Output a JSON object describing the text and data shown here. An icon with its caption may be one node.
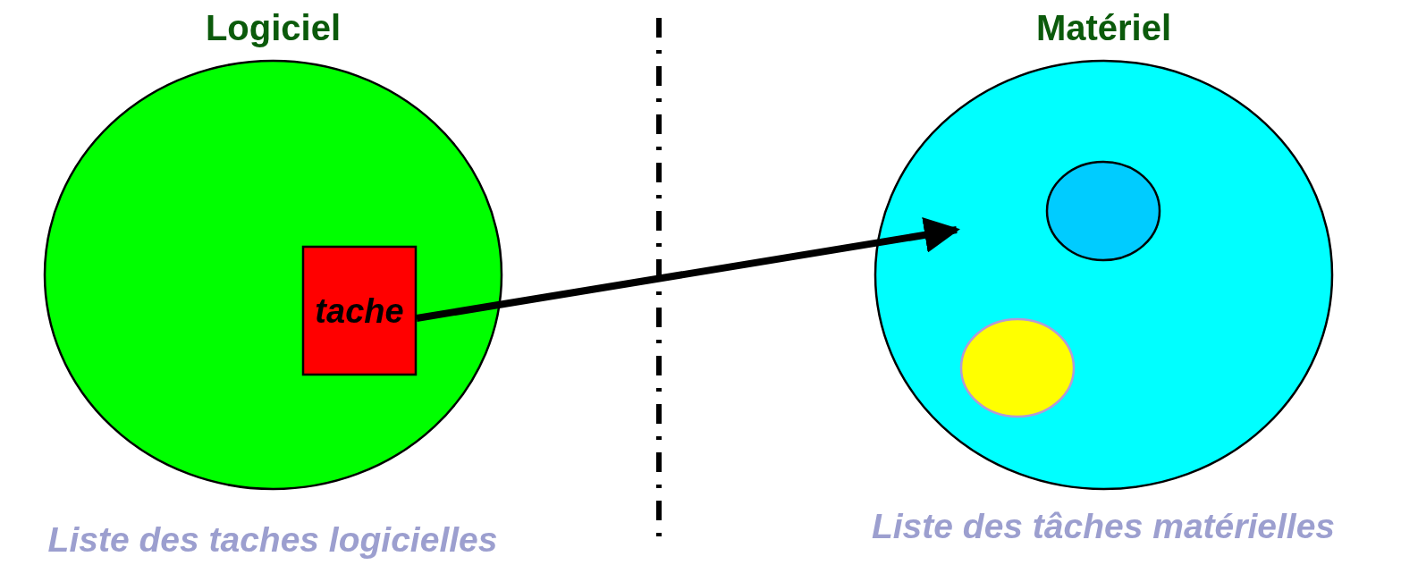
{
  "diagram": {
    "nodes": [
      {
        "text": [
          "Logiciel"
        ]
      },
      {
        "text": [
          "tache"
        ],
        "in": 0
      },
      {
        "text": [
          "Matériel"
        ]
      },
      {
        "text": [],
        "shape": "circle",
        "in": 2
      },
      {
        "text": [],
        "shape": "circle",
        "in": 2
      }
    ],
    "edges": [
      {
        "from": 1,
        "to": 2,
        "arrow": "to"
      }
    ],
    "labels": [
      "Liste des taches logicielles",
      "Liste des tâches matérielles"
    ]
  }
}
